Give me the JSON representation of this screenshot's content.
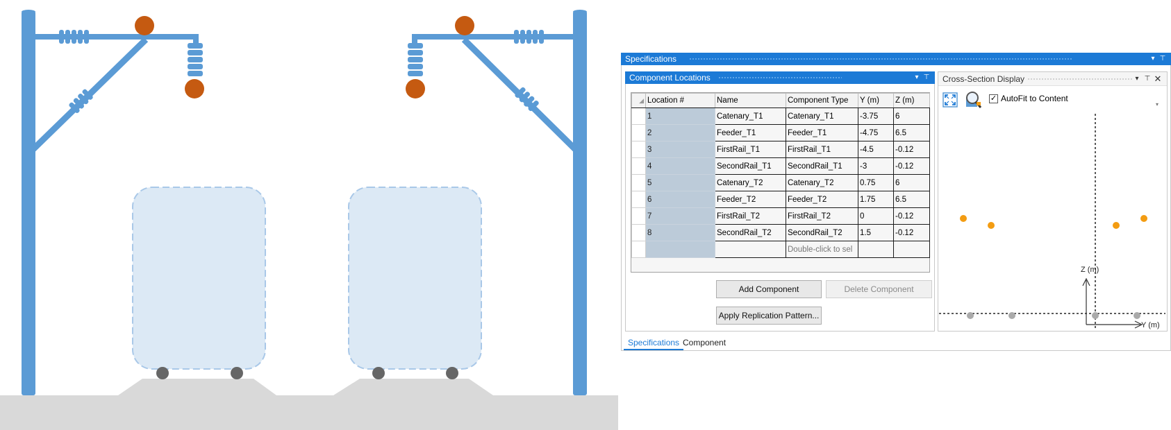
{
  "specifications_panel": {
    "title": "Specifications"
  },
  "component_locations": {
    "title": "Component Locations",
    "columns": [
      "Location #",
      "Name",
      "Component Type",
      "Y (m)",
      "Z (m)"
    ],
    "rows": [
      {
        "loc": "1",
        "name": "Catenary_T1",
        "type": "Catenary_T1",
        "y": "-3.75",
        "z": "6"
      },
      {
        "loc": "2",
        "name": "Feeder_T1",
        "type": "Feeder_T1",
        "y": "-4.75",
        "z": "6.5"
      },
      {
        "loc": "3",
        "name": "FirstRail_T1",
        "type": "FirstRail_T1",
        "y": "-4.5",
        "z": "-0.12"
      },
      {
        "loc": "4",
        "name": "SecondRail_T1",
        "type": "SecondRail_T1",
        "y": "-3",
        "z": "-0.12"
      },
      {
        "loc": "5",
        "name": "Catenary_T2",
        "type": "Catenary_T2",
        "y": "0.75",
        "z": "6"
      },
      {
        "loc": "6",
        "name": "Feeder_T2",
        "type": "Feeder_T2",
        "y": "1.75",
        "z": "6.5"
      },
      {
        "loc": "7",
        "name": "FirstRail_T2",
        "type": "FirstRail_T2",
        "y": "0",
        "z": "-0.12"
      },
      {
        "loc": "8",
        "name": "SecondRail_T2",
        "type": "SecondRail_T2",
        "y": "1.5",
        "z": "-0.12"
      }
    ],
    "new_row_hint": "Double-click to sel",
    "add_button": "Add Component",
    "delete_button": "Delete Component",
    "replication_button": "Apply Replication Pattern..."
  },
  "cross_section": {
    "title": "Cross-Section Display",
    "autofit_label": "AutoFit to Content",
    "autofit_checked": true,
    "z_axis_label": "Z (m)",
    "y_axis_label": "Y (m)",
    "icons": [
      "fit-view-icon",
      "zoom-search-icon",
      "pin-icon",
      "close-icon"
    ],
    "colors": {
      "conductor": "#f39c12",
      "rail": "#aaaaaa"
    }
  },
  "bottom_tabs": {
    "specifications": "Specifications",
    "component": "Component"
  },
  "illustration": {
    "colors": {
      "pole": "#5b9bd5",
      "insulator_ball": "#c55a11",
      "train": "#dce9f5",
      "ground": "#d9d9d9",
      "wheel": "#666666"
    }
  }
}
